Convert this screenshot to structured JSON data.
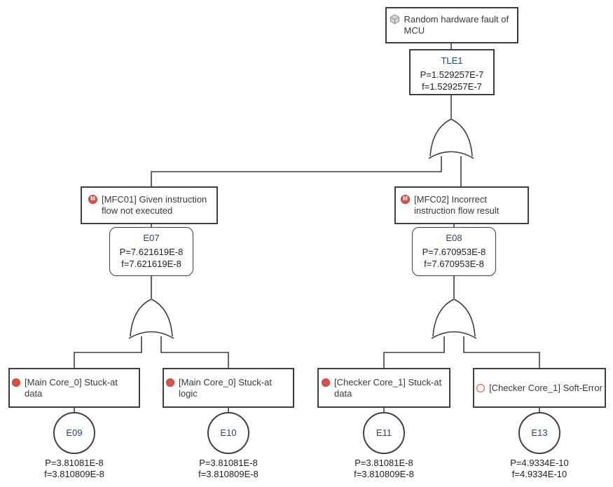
{
  "colors": {
    "line": "#3f3f3f",
    "event_marker": "#dc5045",
    "node_name_text": "#26457d",
    "label_text": "#3a3a3c"
  },
  "icons": {
    "module_letter": "M",
    "top_event_icon": "cube-icon",
    "basic_event_filled": "red-circle-icon",
    "basic_event_hollow": "red-circle-outline-icon"
  },
  "gates": {
    "top": "OR",
    "left": "OR",
    "right": "OR"
  },
  "nodes": {
    "top": {
      "label": "Random hardware fault of MCU"
    },
    "tle1": {
      "name": "TLE1",
      "p": "P=1.529257E-7",
      "f": "f=1.529257E-7"
    },
    "mfc01": {
      "label": "[MFC01] Given instruction flow not executed"
    },
    "e07": {
      "name": "E07",
      "p": "P=7.621619E-8",
      "f": "f=7.621619E-8"
    },
    "mfc02": {
      "label": "[MFC02] Incorrect instruction flow result"
    },
    "e08": {
      "name": "E08",
      "p": "P=7.670953E-8",
      "f": "f=7.670953E-8"
    }
  },
  "leaves": [
    {
      "label": "[Main Core_0] Stuck-at data",
      "marker": "filled",
      "name": "E09",
      "p": "P=3.81081E-8",
      "f": "f=3.810809E-8"
    },
    {
      "label": "[Main Core_0] Stuck-at logic",
      "marker": "filled",
      "name": "E10",
      "p": "P=3.81081E-8",
      "f": "f=3.810809E-8"
    },
    {
      "label": "[Checker Core_1] Stuck-at data",
      "marker": "filled",
      "name": "E11",
      "p": "P=3.81081E-8",
      "f": "f=3.810809E-8"
    },
    {
      "label": "[Checker Core_1] Soft-Error",
      "marker": "hollow",
      "name": "E13",
      "p": "P=4.9334E-10",
      "f": "f=4.9334E-10"
    }
  ]
}
